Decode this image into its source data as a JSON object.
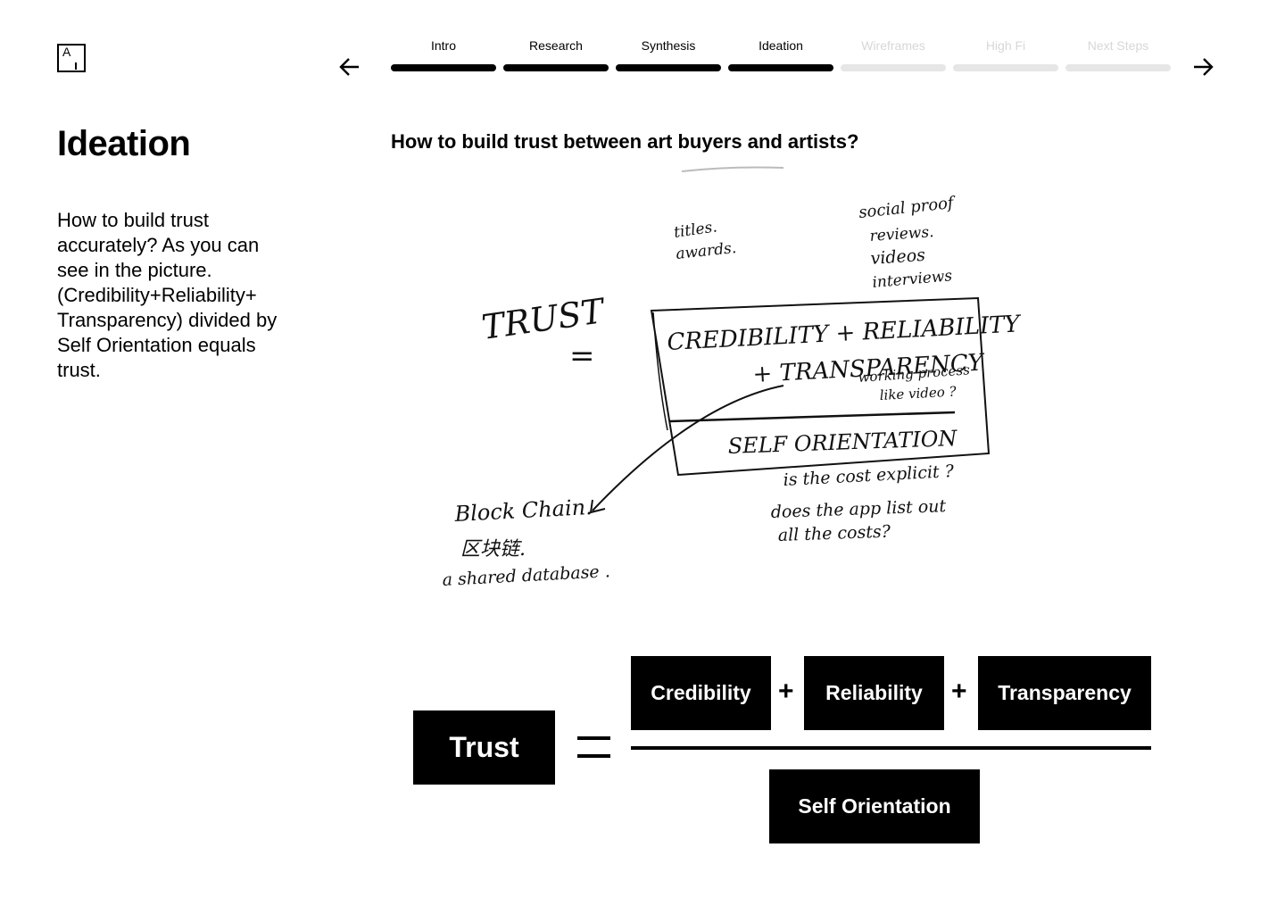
{
  "logo": {
    "letter": "A"
  },
  "nav": {
    "prev_icon": "arrow-left-icon",
    "next_icon": "arrow-right-icon",
    "steps": [
      {
        "label": "Intro",
        "completed": true
      },
      {
        "label": "Research",
        "completed": true
      },
      {
        "label": "Synthesis",
        "completed": true
      },
      {
        "label": "Ideation",
        "completed": true
      },
      {
        "label": "Wireframes",
        "completed": false
      },
      {
        "label": "High Fi",
        "completed": false
      },
      {
        "label": "Next Steps",
        "completed": false
      }
    ]
  },
  "page": {
    "title": "Ideation",
    "description": "How to build trust accurately? As you can see in the picture. (Credibility+Reliability+ Transparency) divided by Self Orientation equals trust."
  },
  "main": {
    "question": "How to build trust between art buyers and artists?"
  },
  "sketch": {
    "trust": "TRUST",
    "equals": "=",
    "credibility_reliability": "CREDIBILITY + RELIABILITY",
    "transparency": "+ TRANSPARENCY",
    "self_orientation": "SELF ORIENTATION",
    "titles": "titles.",
    "awards": "awards.",
    "social_proof": "social proof",
    "reviews": "reviews.",
    "videos": "videos",
    "interviews": "interviews",
    "working_process": "working process",
    "like_video": "like video ?",
    "cost_explicit": "is the cost explicit ?",
    "list_costs_1": "does the app list out",
    "list_costs_2": "all the costs?",
    "blockchain": "Block Chain.",
    "chinese": "区块链.",
    "shared_database": "a shared database ."
  },
  "formula": {
    "trust": "Trust",
    "credibility": "Credibility",
    "plus": "+",
    "reliability": "Reliability",
    "transparency": "Transparency",
    "self_orientation": "Self Orientation"
  },
  "colors": {
    "active": "#000000",
    "inactive_bar": "#e6e6e6",
    "inactive_label": "#d7d7d7"
  }
}
